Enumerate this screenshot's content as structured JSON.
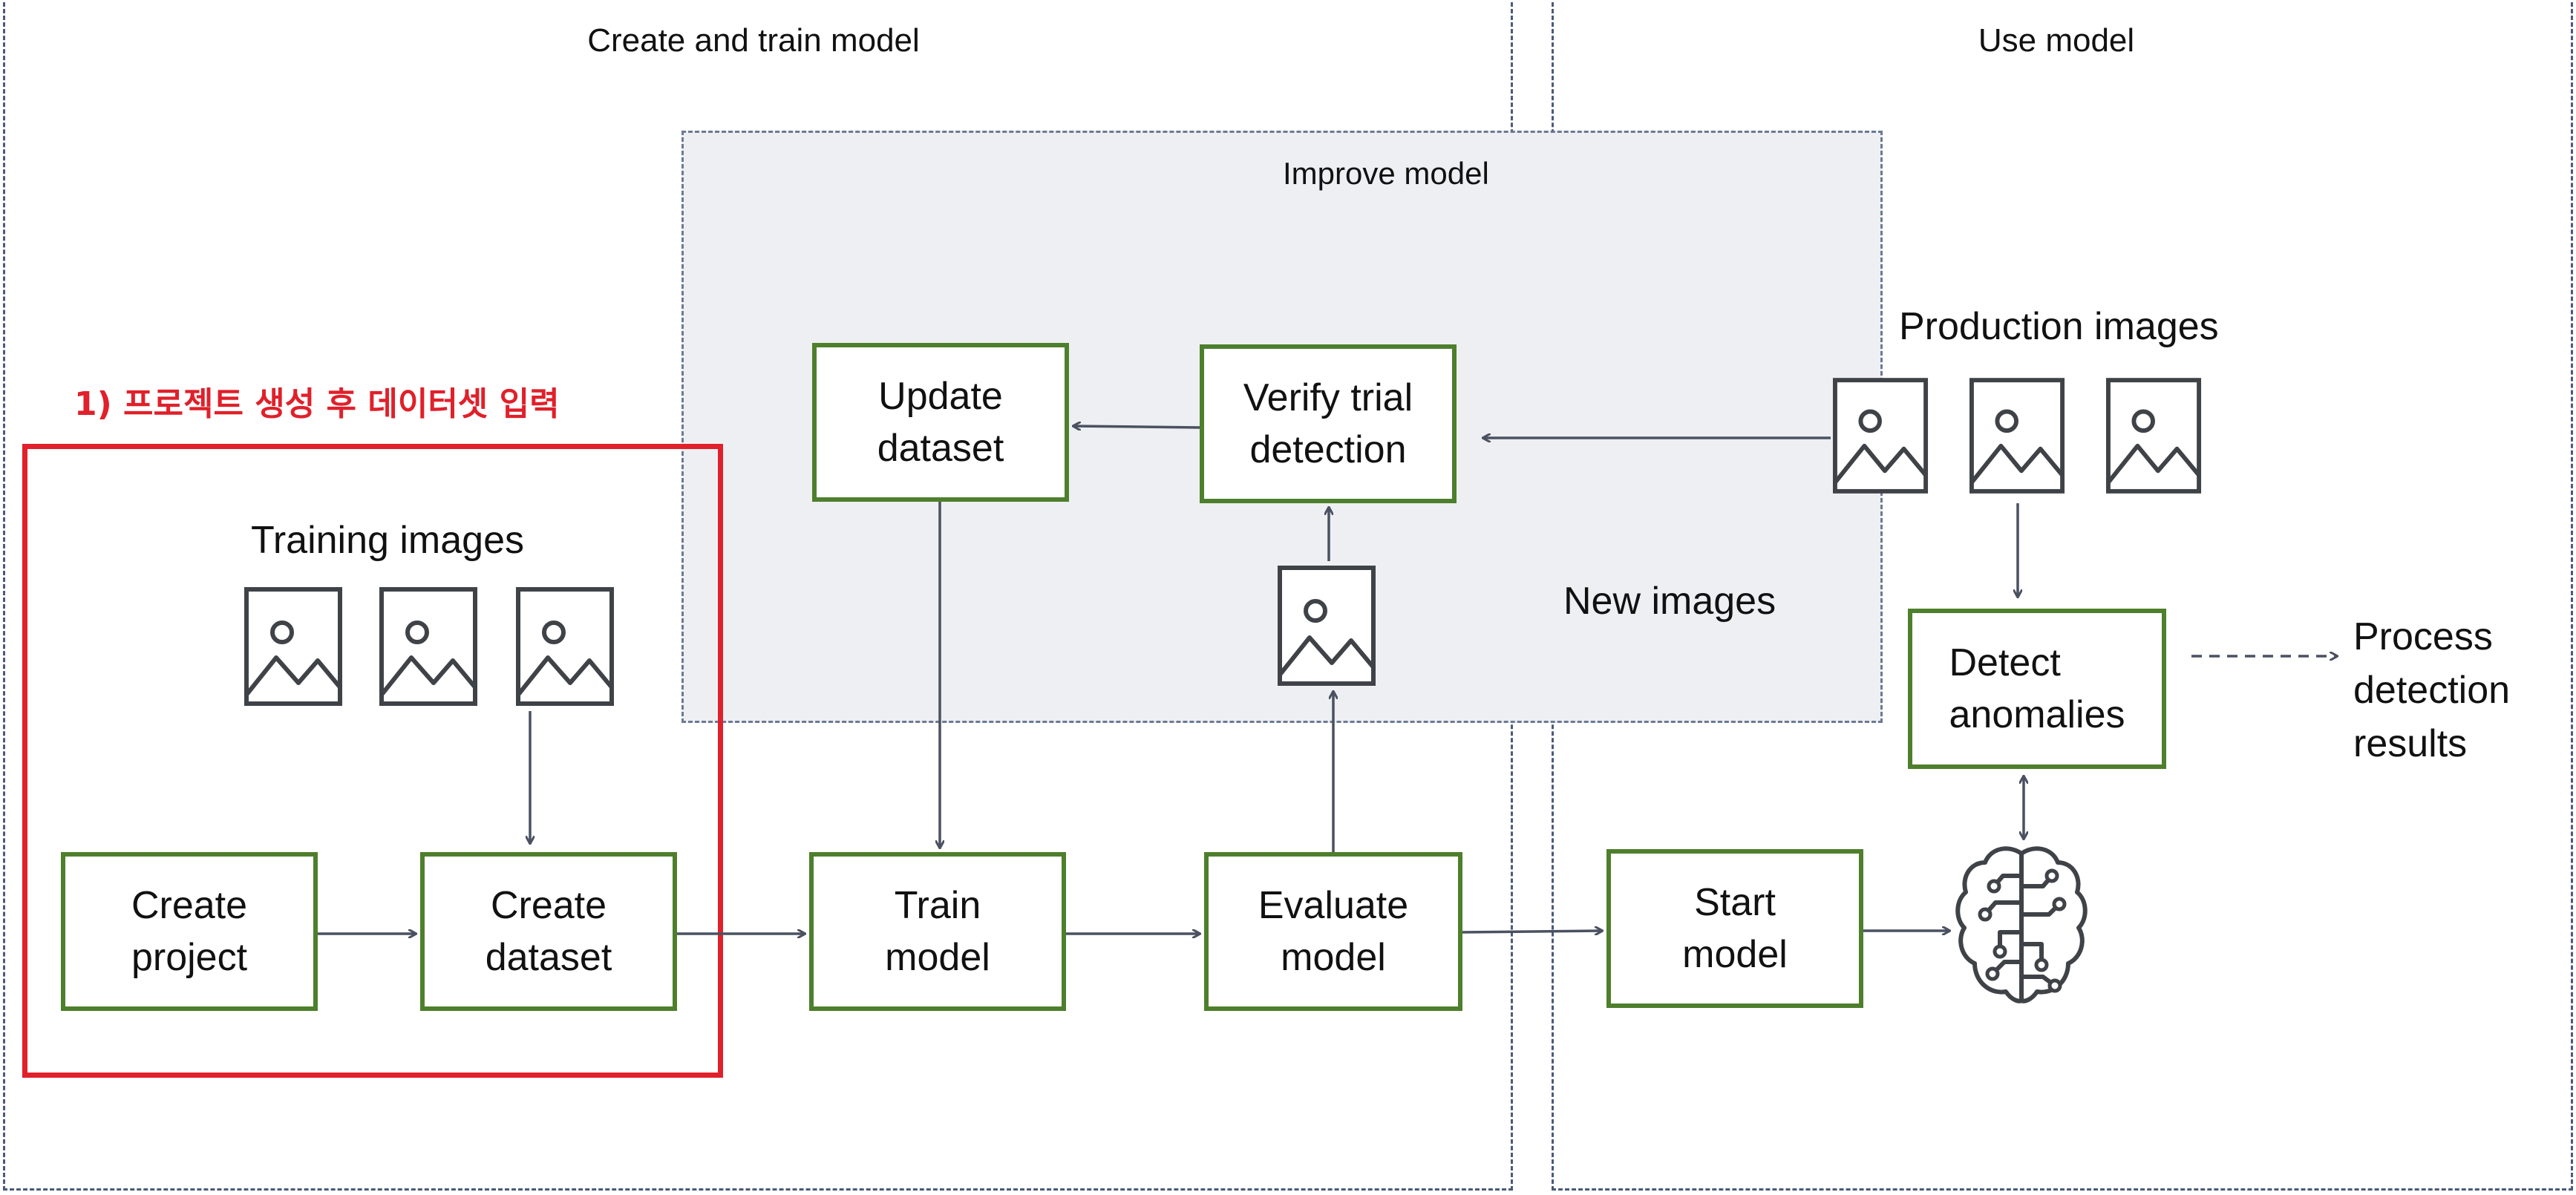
{
  "sections": {
    "create_train": {
      "label": "Create and train model"
    },
    "use_model": {
      "label": "Use model"
    }
  },
  "improve": {
    "label": "Improve model"
  },
  "highlight": {
    "label": "1) 프로젝트 생성 후 데이터셋 입력"
  },
  "captions": {
    "training_images": "Training images",
    "production_images": "Production images",
    "new_images": "New images"
  },
  "steps": {
    "create_project": "Create\nproject",
    "create_dataset": "Create\ndataset",
    "train_model": "Train\nmodel",
    "evaluate_model": "Evaluate\nmodel",
    "start_model": "Start\nmodel",
    "update_dataset": "Update\ndataset",
    "verify_trial": "Verify trial\ndetection",
    "detect_anomalies": "Detect\nanomalies"
  },
  "outcome": {
    "process_results": "Process\ndetection\nresults"
  },
  "icons": {
    "image": "image-icon",
    "brain": "ai-brain-icon"
  },
  "colors": {
    "step_border": "#4d7f2c",
    "highlight": "#e0202a",
    "section_border": "#4a5a7a",
    "improve_fill": "#eeeff2"
  }
}
